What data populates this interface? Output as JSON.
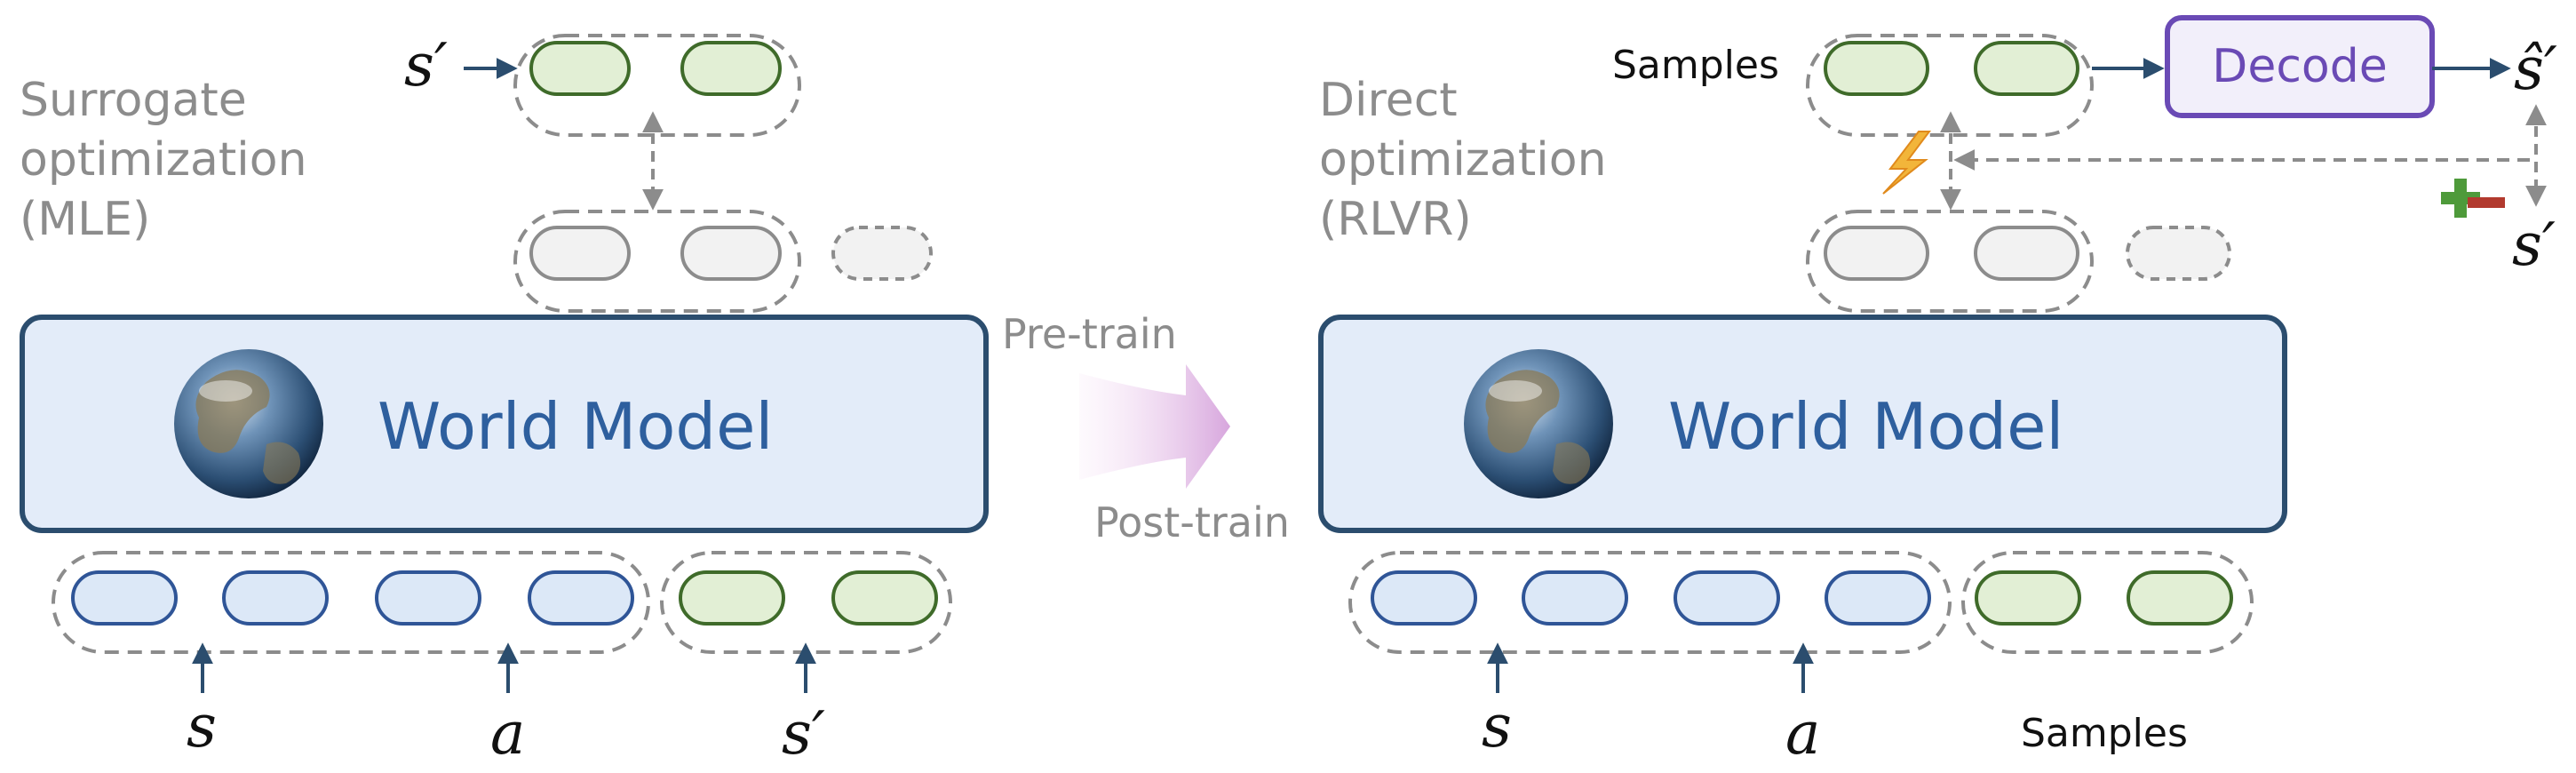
{
  "left_panel": {
    "title_lines": [
      "Surrogate",
      "optimization",
      "(MLE)"
    ],
    "model_label": "World Model",
    "input_s": "s",
    "input_a": "a",
    "input_s_prime": "s′",
    "target_s_prime": "s′"
  },
  "transition": {
    "pre_label": "Pre-train",
    "post_label": "Post-train"
  },
  "right_panel": {
    "title_lines": [
      "Direct",
      "optimization",
      "(RLVR)"
    ],
    "model_label": "World Model",
    "input_s": "s",
    "input_a": "a",
    "samples_bottom": "Samples",
    "samples_top": "Samples",
    "decode_label": "Decode",
    "decoded_output": "ŝ′",
    "reference": "s′"
  },
  "icons": [
    "globe-icon",
    "lightning-icon",
    "plus-minus-icon",
    "arrow-icon"
  ],
  "colors": {
    "model_fill": "#e3ecf9",
    "model_stroke": "#2b4d6e",
    "token_blue_fill": "#dce8f7",
    "token_blue_stroke": "#2f5597",
    "token_green_fill": "#e2efd5",
    "token_green_stroke": "#3f6b2a",
    "token_gray_fill": "#f2f2f2",
    "token_gray_stroke": "#8c8c8c",
    "decode_fill": "#f2effa",
    "decode_stroke": "#6a4ab5",
    "arrow_navy": "#2b4d6e",
    "dashed_gray": "#8c8c8c"
  }
}
